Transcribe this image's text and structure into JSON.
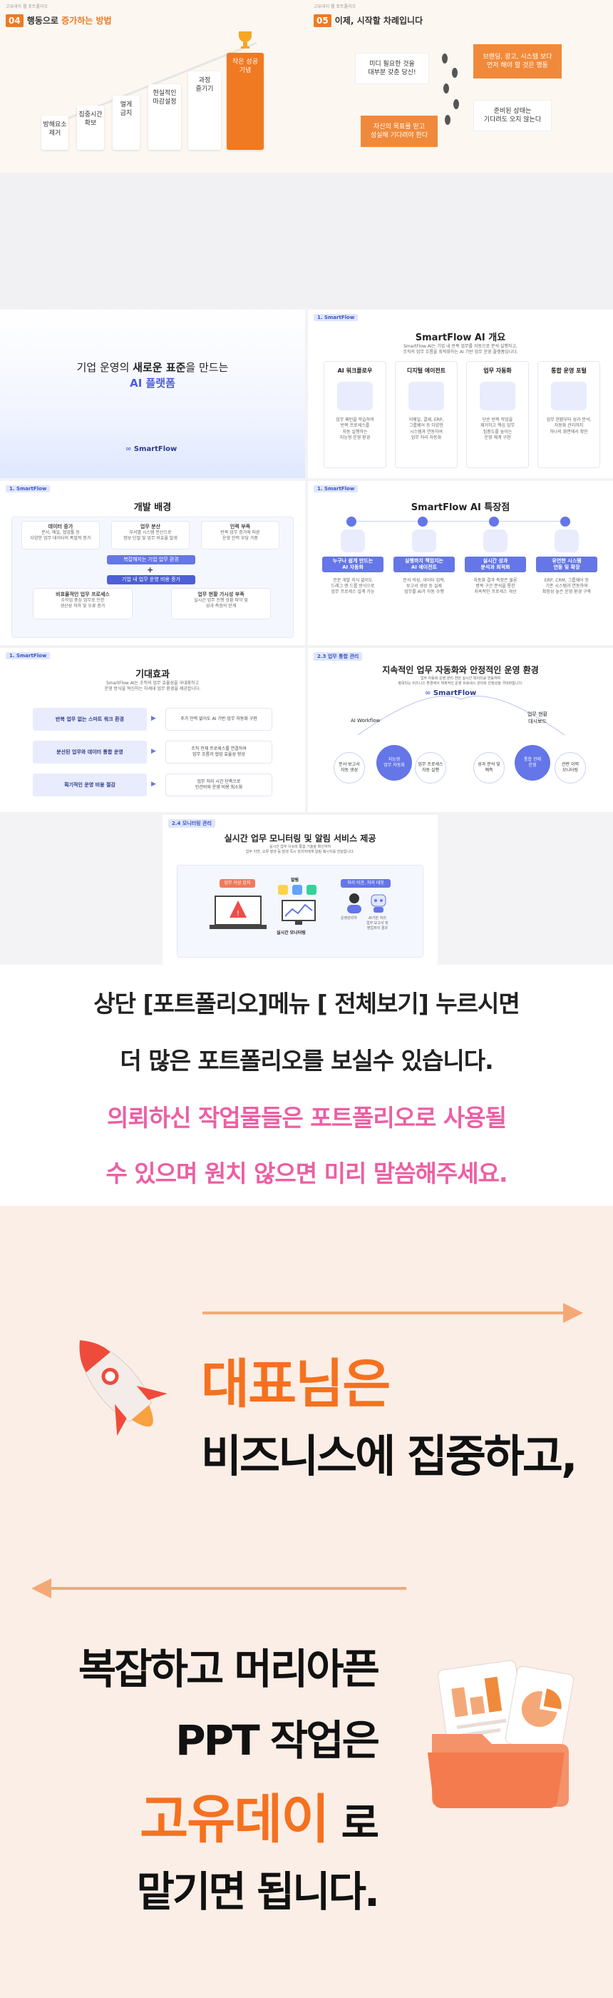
{
  "top_left": {
    "tag": "고유데이 웹 포트폴리오",
    "num": "04",
    "title_a": "행동으로 ",
    "title_b": "증가하는 방법",
    "steps": [
      "방해요소\n제거",
      "집중시간\n확보",
      "멀게\n금지",
      "현실적인\n마감설정",
      "과정\n즐기기",
      "작은 성공\n기념"
    ]
  },
  "top_right": {
    "tag": "고유데이 웹 포트폴리오",
    "num": "05",
    "title": "이제, 시작할 차례입니다",
    "boxes": [
      "미디 필요한 것을\n대부분 갖춘 당신!",
      "브랜딩, 광고, 시스템 보다\n먼저 해야 할 것은 행동",
      "자신의 목표를 믿고\n성실해 기다려야 한다",
      "준비된 상태는\n기다려도 오지 않는다"
    ]
  },
  "slide1": {
    "title_a": "기업 운영의 ",
    "title_b": "새로운 표준",
    "title_c": "을 만드는",
    "title_d": "AI 플랫폼",
    "logo": "SmartFlow"
  },
  "slide2": {
    "tag": "1. SmartFlow",
    "title": "SmartFlow AI 개요",
    "sub": "SmartFlow AI는 기업 내 반복 업무를 자동으로 분석·실행하고,\n조직의 업무 흐름을 최적화하는 AI 기반 업무 운영 플랫폼입니다.",
    "cards": [
      {
        "h": "AI 워크플로우",
        "t": "업무 패턴을 학습하여\n반복 프로세스를\n자동 실행하는\n지능형 운영 환경"
      },
      {
        "h": "디지털 에이전트",
        "t": "이메일, 결재, ERP,\n그룹웨어 등 다양한\n시스템과 연동하여\n업무 처리 자동화"
      },
      {
        "h": "업무 자동화",
        "t": "단순 반복 작업을\n제거하고 핵심 업무\n집중도를 높이는\n운영 체계 구현"
      },
      {
        "h": "통합 운영 포털",
        "t": "업무 현황부터 성과 분석,\n자동화 관리까지\n하나의 화면에서 확인"
      }
    ]
  },
  "slide3": {
    "tag": "1. SmartFlow",
    "title": "개발 배경",
    "items": [
      {
        "h": "데이터 증가",
        "t": "문서, 메일, 협업툴 등\n다양한 업무 데이터의 폭발적 증가"
      },
      {
        "h": "업무 분산",
        "t": "부서별 시스템 분산으로\n정보 단절 및 업무 비효율 발생"
      },
      {
        "h": "인력 부족",
        "t": "반복 업무 증가에 따른\n운영 인력 부담 가중"
      }
    ],
    "mid1": "복잡해지는 기업 업무 환경",
    "mid2": "기업 내 업무 운영 비용 증가",
    "bottom": [
      {
        "h": "비효율적인 업무 프로세스",
        "t": "수작업 중심 업무로 인한\n생산성 저하 및 오류 증가"
      },
      {
        "h": "업무 현황 가시성 부족",
        "t": "실시간 업무 진행 상황 파악 및\n성과 측정의 한계"
      }
    ]
  },
  "slide4": {
    "tag": "1. SmartFlow",
    "title": "SmartFlow AI 특장점",
    "pills": [
      {
        "h": "누구나 쉽게 만드는\nAI 자동화",
        "t": "전문 개발 지식 없이도\n드래그 앤 드롭 방식으로\n업무 프로세스 설계 가능"
      },
      {
        "h": "실행까지 책임지는\nAI 에이전트",
        "t": "문서 작성, 데이터 입력,\n보고서 생성 등 실제\n업무를 AI가 자동 수행"
      },
      {
        "h": "실시간 성과\n분석과 최적화",
        "t": "자동화 결과 측정은 물론\n병목 구간 분석을 통한\n지속적인 프로세스 개선"
      },
      {
        "h": "유연한 시스템\n연동 및 확장",
        "t": "ERP, CRM, 그룹웨어 등\n기존 시스템과 연동하여\n확장성 높은 운영 환경 구축"
      }
    ]
  },
  "slide5": {
    "tag": "1. SmartFlow",
    "title": "기대효과",
    "sub": "SmartFlow AI는 조직의 업무 효율성을 극대화하고\n운영 방식을 혁신하는 차세대 업무 환경을 제공합니다.",
    "rows": [
      {
        "l": "반복 업무 없는 스마트 워크 환경",
        "r": "추가 인력 없이도 AI 기반 업무 자동화 구현"
      },
      {
        "l": "분산된 업무와 데이터 통합 운영",
        "r": "조직 전체 프로세스를 연결하여\n업무 흐름과 협업 효율성 향상"
      },
      {
        "l": "획기적인 운영 비용 절감",
        "r": "업무 처리 시간 단축으로\n인건비와 운영 비용 최소화"
      }
    ]
  },
  "slide6": {
    "tag": "2.3 업무 통합 관리",
    "title": "지속적인 업무 자동화와 안정적인 운영 환경",
    "sub": "업무 자동화 운영 관리 전반 실시간 데이터를 연동하여\n병목되는 비즈니스 환경에서 체계적인 운영 프로세스 관리와 안정성을 극대화합니다.",
    "logo": "SmartFlow",
    "left_label": "AI Workflow",
    "nodes": [
      "문서·보고서\n자동 생성",
      "지능형\n업무 자동화",
      "업무 프로세스\n자동 실행",
      "성과 분석 및\n예측",
      "통합 관제\n운영",
      "관련 이력\n모니터링"
    ],
    "right_label": "업무 현황\n대시보드"
  },
  "slide7": {
    "tag": "2.4 모니터링 관리",
    "title": "실시간 업무 모니터링 및 알림 서비스 제공",
    "sub": "실시간 업무 이슈와 통합 기술을 확인하여\n업무 지연, 오류 발생 등 발생 즉시 관리자에게 알림 메시지를 전달합니다.",
    "l1": "업무 이상 감지",
    "c1": "알림",
    "c2": "실시간 모니터링",
    "r1": "처리 이관, 처리 대응",
    "r2": "운영관리자",
    "r3": "AI기반 처리\n업무 보고서 및\n영업처리 결과"
  },
  "notice": {
    "line1": "상단 [포트폴리오]메뉴 [ 전체보기] 누르시면",
    "line2": "더 많은 포트폴리오를 보실수 있습니다.",
    "line3": "의뢰하신 작업물들은  포트폴리오로 사용될",
    "line4": "수 있으며  원치 않으면 미리 말씀해주세요.",
    "pink": "#ec5fa3"
  },
  "promo": {
    "h1": "대표님은",
    "h2": "비즈니스에 집중하고,",
    "h3": "복잡하고 머리아픈",
    "h4": "PPT 작업은",
    "h5": "고유데이",
    "h5b": " 로",
    "h6": "맡기면 됩니다.",
    "orange": "#f5711f"
  }
}
